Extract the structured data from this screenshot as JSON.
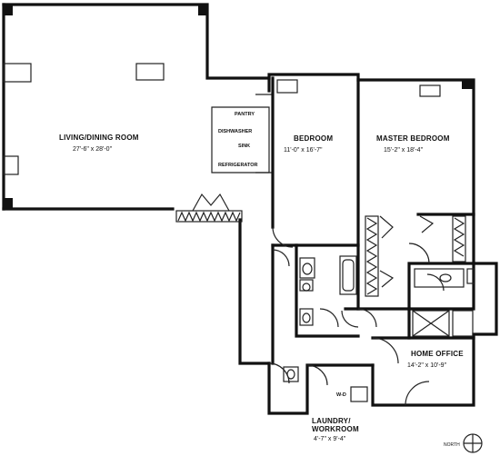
{
  "rooms": {
    "living": {
      "name": "LIVING/DINING ROOM",
      "dims": "27'-6\" x 28'-0\""
    },
    "bedroom": {
      "name": "BEDROOM",
      "dims": "11'-0\" x 16'-7\""
    },
    "master": {
      "name": "MASTER BEDROOM",
      "dims": "15'-2\" x 18'-4\""
    },
    "office": {
      "name": "HOME OFFICE",
      "dims": "14'-2\" x 10'-9\""
    },
    "laundry": {
      "name_line1": "LAUNDRY/",
      "name_line2": "WORKROOM",
      "dims": "4'-7\" x 9'-4\""
    }
  },
  "kitchen": {
    "pantry": "PANTRY",
    "dishwasher": "DISHWASHER",
    "sink": "SINK",
    "refrigerator": "REFRIGERATOR"
  },
  "fixtures": {
    "washer_dryer": "W-D"
  },
  "compass": {
    "label": "NORTH"
  }
}
